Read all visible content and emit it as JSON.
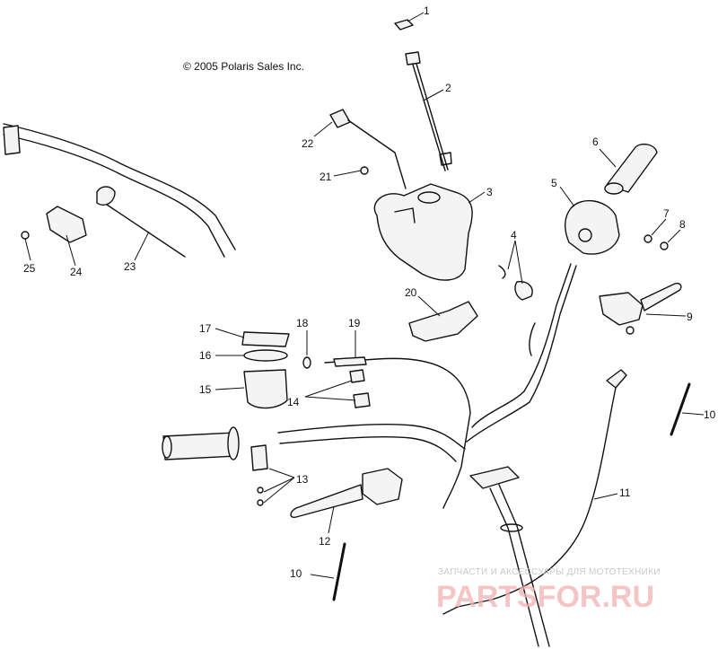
{
  "copyright": "© 2005 Polaris Sales Inc.",
  "watermark": {
    "tagline": "ЗАПЧАСТИ И АКСЕССУАРЫ ДЛЯ МОТОТЕХНИКИ",
    "site": "PARTSFOR.RU"
  },
  "callouts": {
    "c1": "1",
    "c2": "2",
    "c3": "3",
    "c4": "4",
    "c5": "5",
    "c6": "6",
    "c7": "7",
    "c8": "8",
    "c9": "9",
    "c10a": "10",
    "c10b": "10",
    "c11": "11",
    "c12": "12",
    "c13": "13",
    "c14": "14",
    "c15": "15",
    "c16": "16",
    "c17": "17",
    "c18": "18",
    "c19": "19",
    "c20": "20",
    "c21": "21",
    "c22": "22",
    "c23": "23",
    "c24": "24",
    "c25": "25"
  }
}
